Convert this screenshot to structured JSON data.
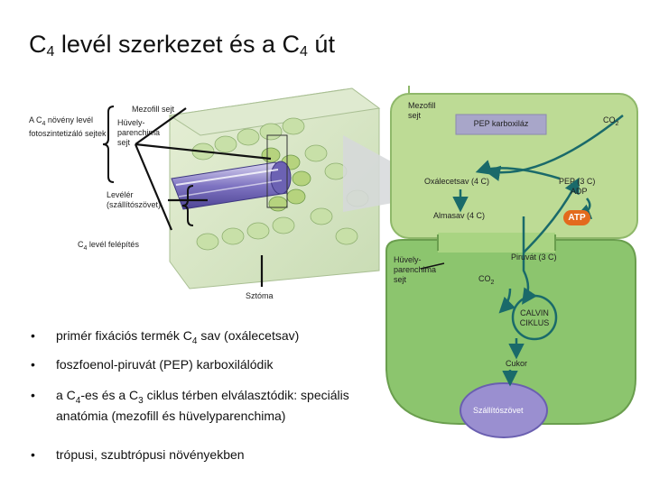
{
  "slide": {
    "title_main": "C",
    "title_sub": "4",
    "title_mid": " levél szerkezet és a C",
    "title_sub2": "4",
    "title_end": " út"
  },
  "left_diagram": {
    "c4_plant_label_a": "A C",
    "c4_plant_label_sub": "4",
    "c4_plant_label_b": " növény levél fotoszintetizáló sejtek",
    "mesophyll_label": "Mezofill sejt",
    "bundle_sheath_label": "Hüvely-parenchima sejt",
    "vein_label": "Levélér (szállítószövet)",
    "leaf_anatomy_label_a": "C",
    "leaf_anatomy_label_sub": "4",
    "leaf_anatomy_label_b": " levél felépítés",
    "stoma_label": "Sztóma"
  },
  "pathway": {
    "mesophyll_cell": "Mezofill sejt",
    "enzyme": "PEP karboxiláz",
    "co2_a": "CO",
    "co2_sub": "2",
    "oxaloacetate": "Oxálecetsav (4 C)",
    "pep": "PEP (3 C)",
    "adp": "ADP",
    "malate": "Almasav (4 C)",
    "atp": "ATP",
    "bundle_sheath_cell": "Hüvely-parenchima sejt",
    "pyruvate": "Piruvát (3 C)",
    "co2_b": "CO",
    "co2_b_sub": "2",
    "calvin": "CALVIN CIKLUS",
    "sugar": "Cukor",
    "vascular": "Szállítószövet"
  },
  "bullets": [
    {
      "pre": "primér fixációs termék C",
      "sub": "4",
      "post": " sav (oxálecetsav)"
    },
    {
      "pre": "foszfoenol-piruvát (PEP) karboxilálódik",
      "sub": "",
      "post": ""
    },
    {
      "pre": "a C",
      "sub": "4",
      "post": "-es és a C",
      "sub2": "3",
      "post2": " ciklus térben elválasztódik: speciális anatómia (mezofill és hüvelyparenchima)"
    },
    {
      "pre": "trópusi, szubtrópusi növényekben",
      "sub": "",
      "post": ""
    }
  ],
  "bullet_symbol": "•",
  "colors": {
    "mesophyll_fill": "#b9d88f",
    "bundle_fill": "#8cc070",
    "vascular_fill": "#9a8fd0",
    "enzyme_box": "#a8a6c9",
    "atp_pill": "#e36a1d",
    "arrow": "#1a6a6a"
  }
}
